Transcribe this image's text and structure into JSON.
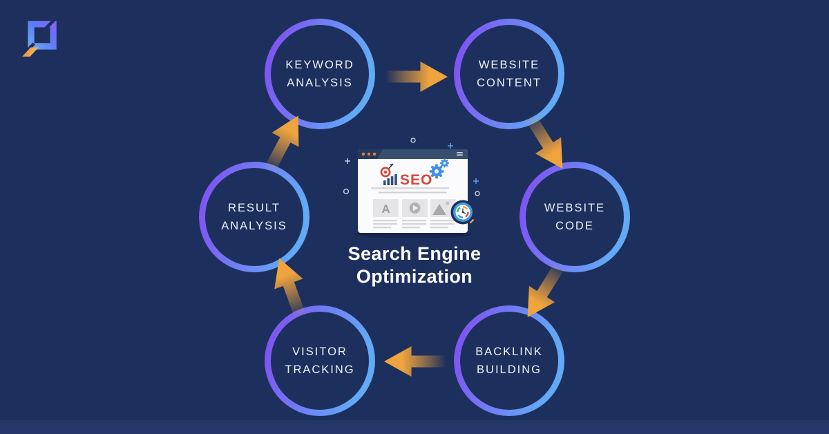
{
  "canvas": {
    "background": "#1d2f5c",
    "footer_color": "#243769"
  },
  "logo": {
    "gradient_start": "#6fb0f7",
    "gradient_end": "#8b5cf6",
    "accent_start": "#f08a4e",
    "accent_end": "#f5c04e"
  },
  "center": {
    "heading_line1": "Search Engine",
    "heading_line2": "Optimization",
    "browser": {
      "seo_label": "SEO",
      "letter_card_label": "A",
      "seo_color": "#d9453a",
      "gear_color": "#3f8fe0",
      "header_color": "#2a3f63",
      "body_color": "#fbfbfd"
    }
  },
  "cycle": {
    "ring_gradient_start": "#7e57f2",
    "ring_gradient_end": "#62a9f6",
    "arrow_color": "#f0a43e",
    "steps": [
      {
        "id": "keyword-analysis",
        "line1": "KEYWORD",
        "line2": "ANALYSIS"
      },
      {
        "id": "website-content",
        "line1": "WEBSITE",
        "line2": "CONTENT"
      },
      {
        "id": "website-code",
        "line1": "WEBSITE",
        "line2": "CODE"
      },
      {
        "id": "backlink-building",
        "line1": "BACKLINK",
        "line2": "BUILDING"
      },
      {
        "id": "visitor-tracking",
        "line1": "VISITOR",
        "line2": "TRACKING"
      },
      {
        "id": "result-analysis",
        "line1": "RESULT",
        "line2": "ANALYSIS"
      }
    ]
  }
}
